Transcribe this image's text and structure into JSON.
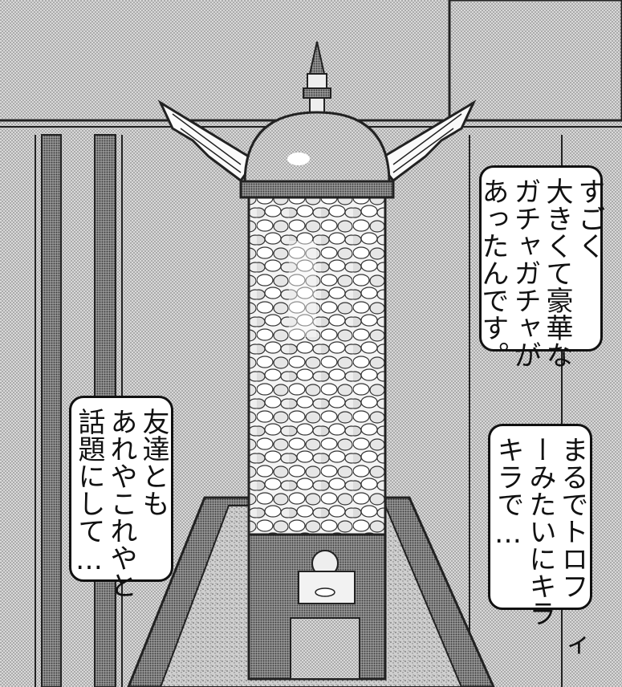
{
  "bubbles": {
    "top_right": {
      "lines": [
        "すごく",
        "大きくて豪華な",
        "ガチャガチャが",
        "あったんです。"
      ]
    },
    "bottom_right": {
      "lines": [
        "まるでトロフ ィ",
        "ーみたいにキラ",
        "キラで…"
      ]
    },
    "left": {
      "lines": [
        "友達とも",
        "あれやこれやと",
        "話題にして…"
      ]
    }
  }
}
